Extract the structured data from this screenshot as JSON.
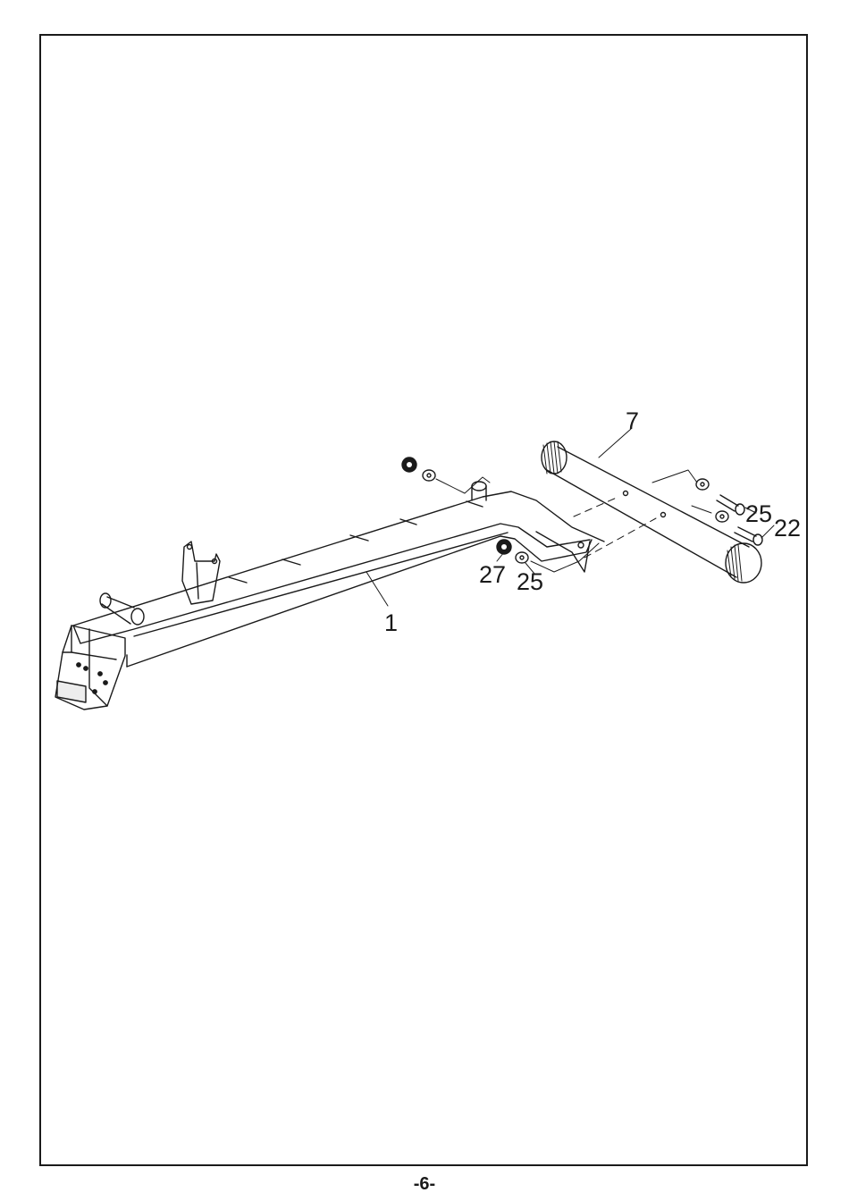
{
  "callouts": {
    "part_7": "7",
    "part_25_upper": "25",
    "part_22": "22",
    "part_27": "27",
    "part_25_lower": "25",
    "part_1": "1"
  },
  "page_number": "-6-",
  "colors": {
    "ink": "#1a1a1a",
    "paper": "#ffffff"
  }
}
